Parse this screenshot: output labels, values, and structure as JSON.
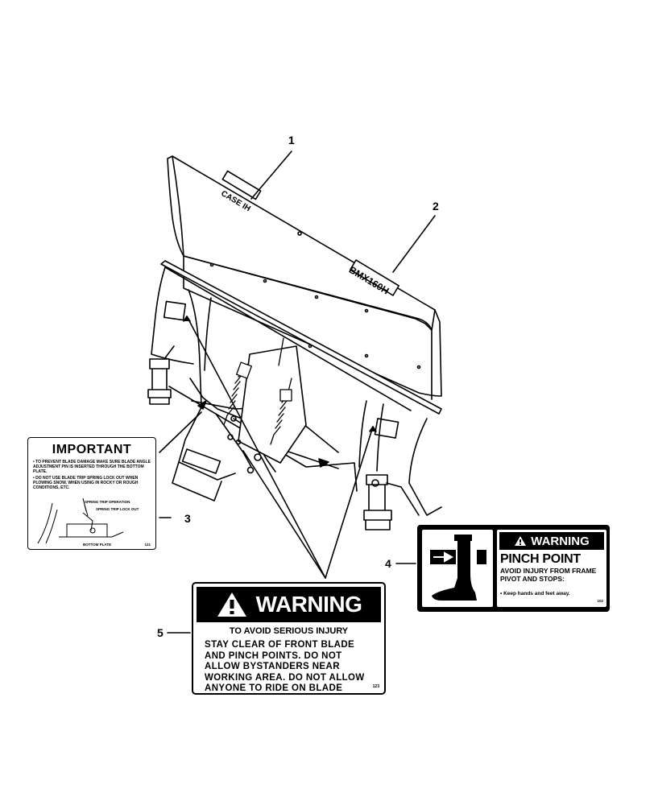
{
  "callouts": [
    "1",
    "2",
    "3",
    "4",
    "5"
  ],
  "blade_text": {
    "brand": "CASE IH",
    "model": "BMX160H"
  },
  "important_label": {
    "title": "IMPORTANT",
    "line1": "• TO PREVENT BLADE DAMAGE MAKE SURE BLADE ANGLE ADJUSTMENT PIN IS INSERTED THROUGH THE BOTTOM PLATE.",
    "line2": "• DO NOT USE BLADE TRIP SPRING LOCK OUT WHEN PLOWING SNOW, WHEN USING IN ROCKY OR ROUGH CONDITIONS, ETC.",
    "spring_trip_operation": "SPRING TRIP OPERATION",
    "spring_trip_lock_out": "SPRING TRIP LOCK OUT",
    "bottom_plate": "BOTTOM PLATE",
    "code": "121"
  },
  "pinch_label": {
    "warning": "WARNING",
    "heading": "PINCH POINT",
    "avoid": "AVOID INJURY FROM FRAME PIVOT AND STOPS:",
    "hands": "• Keep hands and feet away.",
    "code": "102"
  },
  "warning_label": {
    "warning": "WARNING",
    "subheading": "TO AVOID SERIOUS INJURY",
    "body": "STAY CLEAR OF FRONT BLADE AND PINCH POINTS. DO NOT ALLOW BYSTANDERS NEAR WORKING AREA. DO NOT ALLOW ANYONE TO RIDE ON BLADE",
    "code": "123"
  }
}
